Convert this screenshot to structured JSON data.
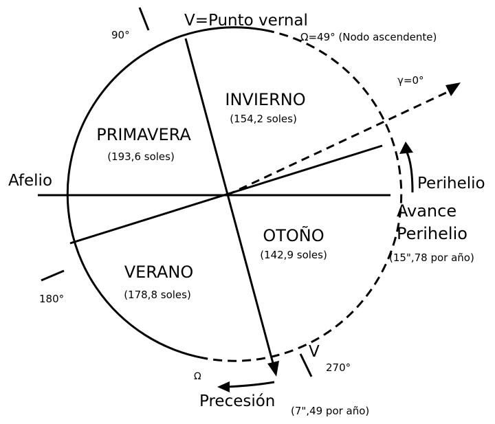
{
  "colors": {
    "ink": "#000000",
    "background": "#ffffff"
  },
  "labels": {
    "punto_vernal": "V=Punto vernal",
    "nodo_ascendente": "Ω=49° (Nodo ascendente)",
    "gamma": "γ=0°",
    "afelio": "Afelio",
    "perihelio": "Perihelio",
    "avance_line1": "Avance",
    "avance_line2": "Perihelio",
    "avance_rate": "(15\",78 por año)",
    "precesion": "Precesión",
    "precesion_rate": "(7\",49 por año)",
    "v_marker": "V",
    "omega_marker": "Ω",
    "deg_90": "90°",
    "deg_180": "180°",
    "deg_270": "270°"
  },
  "seasons": [
    {
      "name": "INVIERNO",
      "duration": "(154,2 soles)"
    },
    {
      "name": "PRIMAVERA",
      "duration": "(193,6 soles)"
    },
    {
      "name": "OTOÑO",
      "duration": "(142,9 soles)"
    },
    {
      "name": "VERANO",
      "duration": "(178,8 soles)"
    }
  ]
}
